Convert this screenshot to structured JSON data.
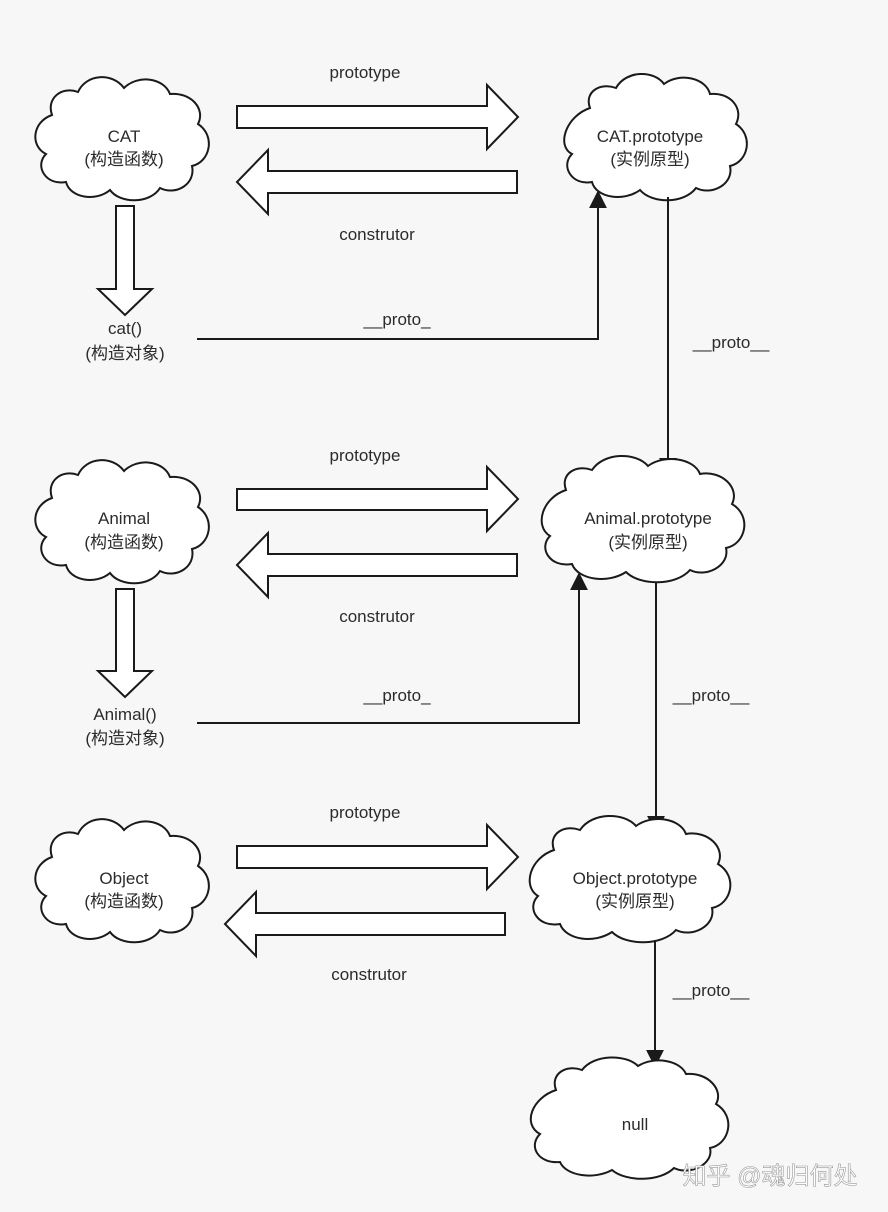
{
  "rows": [
    {
      "constructor": {
        "name": "CAT",
        "kind": "(构造函数)"
      },
      "prototype": {
        "name": "CAT.prototype",
        "kind": "(实例原型)"
      },
      "instance": {
        "name": "cat()",
        "kind": "(构造对象)"
      },
      "prototype_label": "prototype",
      "constructor_label": "construtor",
      "instance_proto_label": "__proto_"
    },
    {
      "constructor": {
        "name": "Animal",
        "kind": "(构造函数)"
      },
      "prototype": {
        "name": "Animal.prototype",
        "kind": "(实例原型)"
      },
      "instance": {
        "name": "Animal()",
        "kind": "(构造对象)"
      },
      "prototype_label": "prototype",
      "constructor_label": "construtor",
      "instance_proto_label": "__proto_"
    },
    {
      "constructor": {
        "name": "Object",
        "kind": "(构造函数)"
      },
      "prototype": {
        "name": "Object.prototype",
        "kind": "(实例原型)"
      },
      "prototype_label": "prototype",
      "constructor_label": "construtor"
    }
  ],
  "chain_labels": [
    "__proto__",
    "__proto__",
    "__proto__"
  ],
  "null_node": "null",
  "watermark": "知乎 @魂归何处"
}
